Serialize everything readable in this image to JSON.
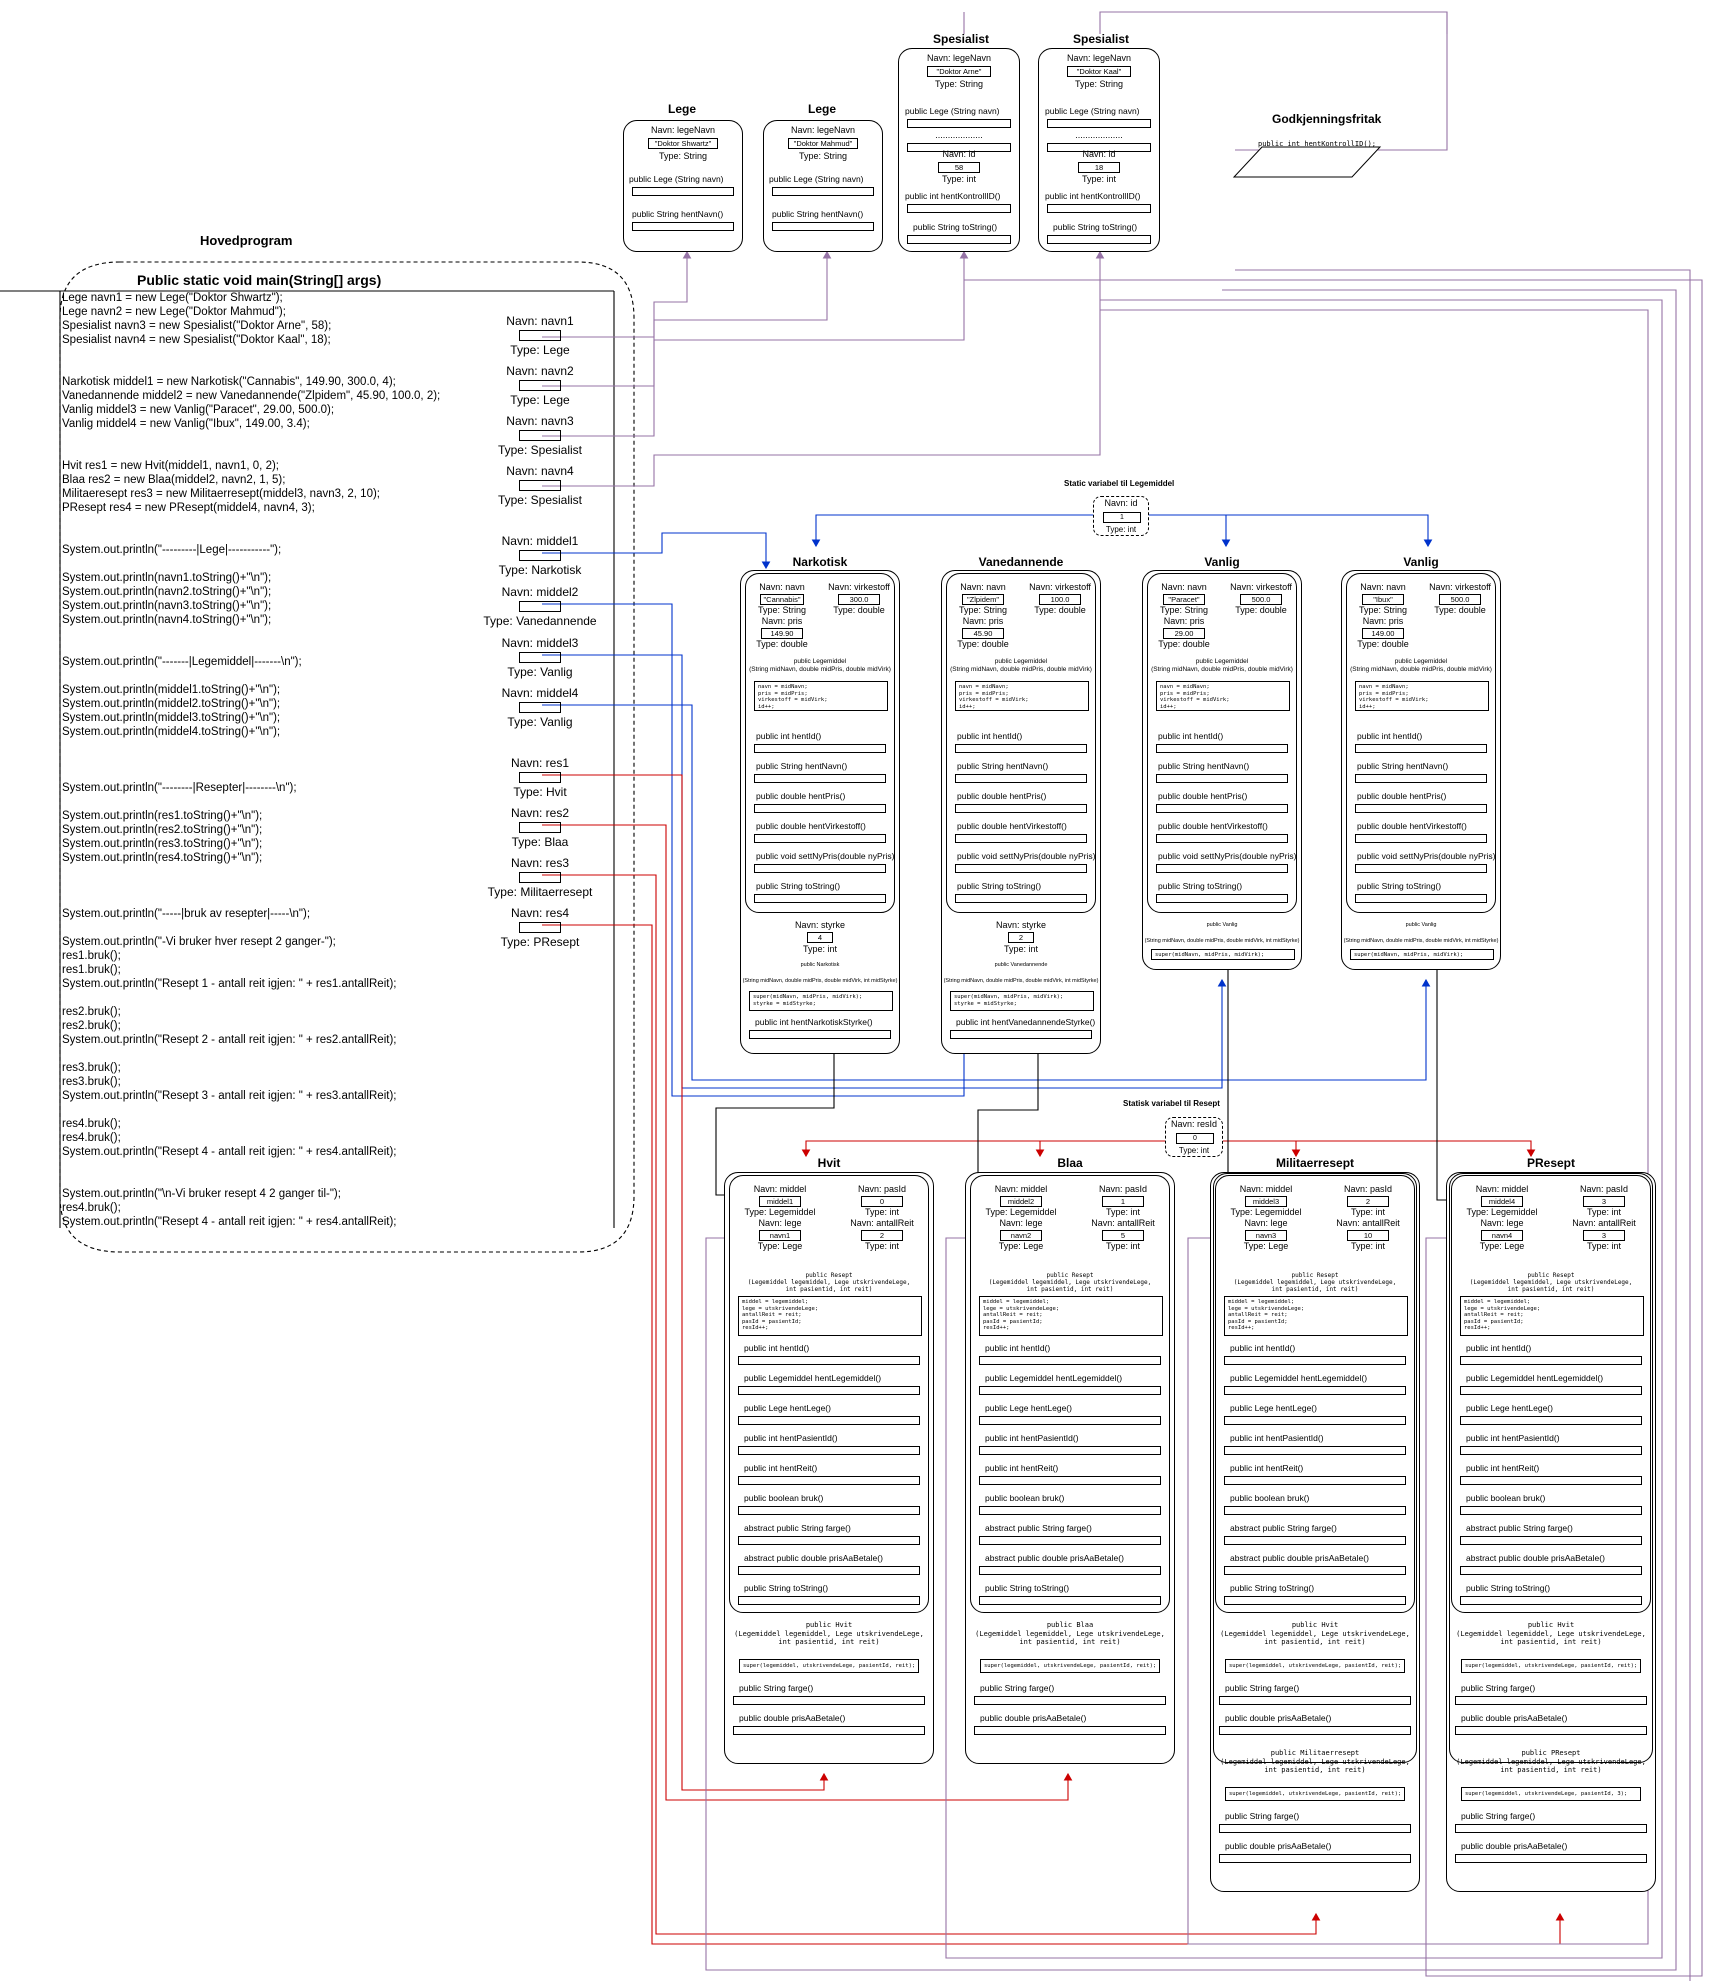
{
  "main": {
    "section_title": "Hovedprogram",
    "signature": "Public static void main(String[] args)",
    "code_lines": [
      "Lege navn1 = new Lege(\"Doktor Shwartz\");",
      "Lege navn2 = new Lege(\"Doktor Mahmud\");",
      "Spesialist navn3 = new Spesialist(\"Doktor Arne\", 58);",
      "Spesialist navn4 = new Spesialist(\"Doktor Kaal\", 18);",
      "",
      "",
      "Narkotisk middel1 = new Narkotisk(\"Cannabis\", 149.90, 300.0, 4);",
      "Vanedannende middel2 = new Vanedannende(\"Zlpidem\", 45.90, 100.0, 2);",
      "Vanlig middel3 = new Vanlig(\"Paracet\", 29.00, 500.0);",
      "Vanlig middel4 = new Vanlig(\"Ibux\", 149.00, 3.4);",
      "",
      "",
      "Hvit res1 = new Hvit(middel1, navn1, 0, 2);",
      "Blaa res2 = new Blaa(middel2, navn2, 1, 5);",
      "Militaeresept res3 = new Militaerresept(middel3, navn3, 2, 10);",
      "PResept res4 = new PResept(middel4, navn4, 3);",
      "",
      "",
      "System.out.println(\"---------|Lege|-----------\");",
      "",
      "System.out.println(navn1.toString()+\"\\n\");",
      "System.out.println(navn2.toString()+\"\\n\");",
      "System.out.println(navn3.toString()+\"\\n\");",
      "System.out.println(navn4.toString()+\"\\n\");",
      "",
      "",
      "System.out.println(\"-------|Legemiddel|-------\\n\");",
      "",
      "System.out.println(middel1.toString()+\"\\n\");",
      "System.out.println(middel2.toString()+\"\\n\");",
      "System.out.println(middel3.toString()+\"\\n\");",
      "System.out.println(middel4.toString()+\"\\n\");",
      "",
      "",
      "",
      "System.out.println(\"--------|Resepter|--------\\n\");",
      "",
      "System.out.println(res1.toString()+\"\\n\");",
      "System.out.println(res2.toString()+\"\\n\");",
      "System.out.println(res3.toString()+\"\\n\");",
      "System.out.println(res4.toString()+\"\\n\");",
      "",
      "",
      "",
      "System.out.println(\"-----|bruk av resepter|-----\\n\");",
      "",
      "System.out.println(\"-Vi bruker hver resept 2 ganger-\");",
      "res1.bruk();",
      "res1.bruk();",
      "System.out.println(\"Resept 1 - antall reit igjen: \" + res1.antallReit);",
      "",
      "res2.bruk();",
      "res2.bruk();",
      "System.out.println(\"Resept 2 - antall reit igjen: \" + res2.antallReit);",
      "",
      "res3.bruk();",
      "res3.bruk();",
      "System.out.println(\"Resept 3 - antall reit igjen: \" + res3.antallReit);",
      "",
      "res4.bruk();",
      "res4.bruk();",
      "System.out.println(\"Resept 4 - antall reit igjen: \" + res4.antallReit);",
      "",
      "",
      "System.out.println(\"\\n-Vi bruker resept 4 2 ganger til-\");",
      "res4.bruk();",
      "System.out.println(\"Resept 4 - antall reit igjen: \" + res4.antallReit);"
    ],
    "variables": [
      {
        "navn": "Navn: navn1",
        "type": "Type: Lege"
      },
      {
        "navn": "Navn: navn2",
        "type": "Type: Lege"
      },
      {
        "navn": "Navn: navn3",
        "type": "Type: Spesialist"
      },
      {
        "navn": "Navn: navn4",
        "type": "Type: Spesialist"
      },
      {
        "navn": "Navn: middel1",
        "type": "Type: Narkotisk"
      },
      {
        "navn": "Navn: middel2",
        "type": "Type: Vanedannende"
      },
      {
        "navn": "Navn: middel3",
        "type": "Type: Vanlig"
      },
      {
        "navn": "Navn: middel4",
        "type": "Type: Vanlig"
      },
      {
        "navn": "Navn: res1",
        "type": "Type: Hvit"
      },
      {
        "navn": "Navn: res2",
        "type": "Type: Blaa"
      },
      {
        "navn": "Navn: res3",
        "type": "Type: Militaerresept"
      },
      {
        "navn": "Navn: res4",
        "type": "Type: PResept"
      }
    ]
  },
  "lege": [
    {
      "title": "Lege",
      "navn_label": "Navn: legeNavn",
      "value": "\"Doktor Shwartz\"",
      "type": "Type: String",
      "m1": "public Lege (String navn)",
      "m2": "public String hentNavn()"
    },
    {
      "title": "Lege",
      "navn_label": "Navn: legeNavn",
      "value": "\"Doktor Mahmud\"",
      "type": "Type: String",
      "m1": "public Lege (String navn)",
      "m2": "public String hentNavn()"
    }
  ],
  "spesialist": [
    {
      "title": "Spesialist",
      "navn_label": "Navn: legeNavn",
      "value": "\"Doktor Arne\"",
      "type": "Type: String",
      "m1": "public Lege (String navn)",
      "dots": "...................",
      "id_label": "Navn: id",
      "id_value": "58",
      "id_type": "Type: int",
      "m2": "public int hentKontrollID()",
      "m3": "public String toString()"
    },
    {
      "title": "Spesialist",
      "navn_label": "Navn: legeNavn",
      "value": "\"Doktor Kaal\"",
      "type": "Type: String",
      "m1": "public Lege (String navn)",
      "dots": "...................",
      "id_label": "Navn: id",
      "id_value": "18",
      "id_type": "Type: int",
      "m2": "public int hentKontrollID()",
      "m3": "public String toString()"
    }
  ],
  "godkjenning": {
    "title": "Godkjenningsfritak",
    "method": "public int hentKontrollID();"
  },
  "static_legemiddel": {
    "caption": "Static variabel til Legemiddel",
    "navn": "Navn: id",
    "value": "1",
    "type": "Type: int"
  },
  "static_resept": {
    "caption": "Statisk variabel til Resept",
    "navn": "Navn: resId",
    "value": "0",
    "type": "Type: int"
  },
  "legemiddel_common": {
    "lbl_navn": "Navn: navn",
    "lbl_virk": "Navn: virkestoff",
    "lbl_pris": "Navn: pris",
    "type_string": "Type: String",
    "type_double": "Type: double",
    "ctor": "public Legemiddel\n(String midNavn, double midPris, double midVirk)",
    "ctor_body": "navn = midNavn;\npris = midPris;\nvirkestoff = midVirk;\nid++;",
    "methods": [
      "public int hentId()",
      "public String hentNavn()",
      "public double hentPris()",
      "public double hentVirkestoff()",
      "public void settNyPris(double nyPris)",
      "public String toString()"
    ]
  },
  "legemidler": [
    {
      "title": "Narkotisk",
      "navn": "\"Cannabis\"",
      "virk": "300.0",
      "pris": "149.90",
      "sub_label": "Navn: styrke",
      "sub_value": "4",
      "sub_type": "Type: int",
      "sub_ctor": "public Narkotisk\n\n(String midNavn, double midPris, double midVirk, int midStyrke)",
      "sub_body": "super(midNavn, midPris, midVirk);\nstyrke = midStyrke;",
      "sub_method": "public int hentNarkotiskStyrke()"
    },
    {
      "title": "Vanedannende",
      "navn": "\"Zlpidem\"",
      "virk": "100.0",
      "pris": "45.90",
      "sub_label": "Navn: styrke",
      "sub_value": "2",
      "sub_type": "Type: int",
      "sub_ctor": "public Vanedannende\n\n(String midNavn, double midPris, double midVirk, int midStyrke)",
      "sub_body": "super(midNavn, midPris, midVirk);\nstyrke = midStyrke;",
      "sub_method": "public int hentVanedannendeStyrke()"
    },
    {
      "title": "Vanlig",
      "navn": "\"Paracet\"",
      "virk": "500.0",
      "pris": "29.00",
      "sub_ctor": "public Vanlig\n\n(String midNavn, double midPris, double midVirk, int midStyrke)",
      "sub_body": "super(midNavn, midPris, midVirk);"
    },
    {
      "title": "Vanlig",
      "navn": "\"Ibux\"",
      "virk": "500.0",
      "pris": "149.00",
      "sub_ctor": "public Vanlig\n\n(String midNavn, double midPris, double midVirk, int midStyrke)",
      "sub_body": "super(midNavn, midPris, midVirk);"
    }
  ],
  "resept_common": {
    "lbl_middel": "Navn: middel",
    "lbl_pasid": "Navn: pasId",
    "type_legemiddel": "Type: Legemiddel",
    "type_int": "Type: int",
    "lbl_lege": "Navn: lege",
    "lbl_reit": "Navn: antallReit",
    "type_lege": "Type: Lege",
    "ctor": "public Resept\n(Legemiddel legemiddel, Lege utskrivendeLege,\nint pasientid, int reit)",
    "ctor_body": "middel = legemiddel;\nlege = utskrivendeLege;\nantallReit = reit;\npasId = pasientId;\nresId++;",
    "methods": [
      "public int hentId()",
      "public Legemiddel hentLegemiddel()",
      "public Lege hentLege()",
      "public int hentPasientId()",
      "public int hentReit()",
      "public boolean bruk()",
      "abstract public String farge()",
      "abstract public double prisAaBetale()",
      "public String toString()"
    ],
    "sub_methods": [
      "public String farge()",
      "public double prisAaBetale()"
    ]
  },
  "resepter": [
    {
      "title": "Hvit",
      "middel": "middel1",
      "pasid": "0",
      "lege": "navn1",
      "reit": "2",
      "levels": [
        {
          "ctor": "public Hvit\n(Legemiddel legemiddel, Lege utskrivendeLege,\nint pasientid, int reit)",
          "body": "super(legemiddel, utskrivendeLege, pasientId, reit);"
        }
      ]
    },
    {
      "title": "Blaa",
      "middel": "middel2",
      "pasid": "1",
      "lege": "navn2",
      "reit": "5",
      "levels": [
        {
          "ctor": "public Blaa\n(Legemiddel legemiddel, Lege utskrivendeLege,\nint pasientid, int reit)",
          "body": "super(legemiddel, utskrivendeLege, pasientId, reit);"
        }
      ]
    },
    {
      "title": "Militaerresept",
      "middel": "middel3",
      "pasid": "2",
      "lege": "navn3",
      "reit": "10",
      "levels": [
        {
          "ctor": "public Hvit\n(Legemiddel legemiddel, Lege utskrivendeLege,\nint pasientid, int reit)",
          "body": "super(legemiddel, utskrivendeLege, pasientId, reit);"
        },
        {
          "ctor": "public Militaerresept\n(Legemiddel legemiddel, Lege utskrivendeLege,\nint pasientid, int reit)",
          "body": "super(legemiddel, utskrivendeLege, pasientId, reit);"
        }
      ]
    },
    {
      "title": "PResept",
      "middel": "middel4",
      "pasid": "3",
      "lege": "navn4",
      "reit": "3",
      "levels": [
        {
          "ctor": "public Hvit\n(Legemiddel legemiddel, Lege utskrivendeLege,\nint pasientid, int reit)",
          "body": "super(legemiddel, utskrivendeLege, pasientId, reit);"
        },
        {
          "ctor": "public PResept\n(Legemiddel legemiddel, Lege utskrivendeLege,\nint pasientid, int reit)",
          "body": "super(legemiddel, utskrivendeLege, pasientId, 3);"
        }
      ]
    }
  ],
  "colors": {
    "lege_link": "#9673a6",
    "legemiddel_link": "#0033cc",
    "resept_link": "#cc0000",
    "static_link": "#cc0000"
  }
}
